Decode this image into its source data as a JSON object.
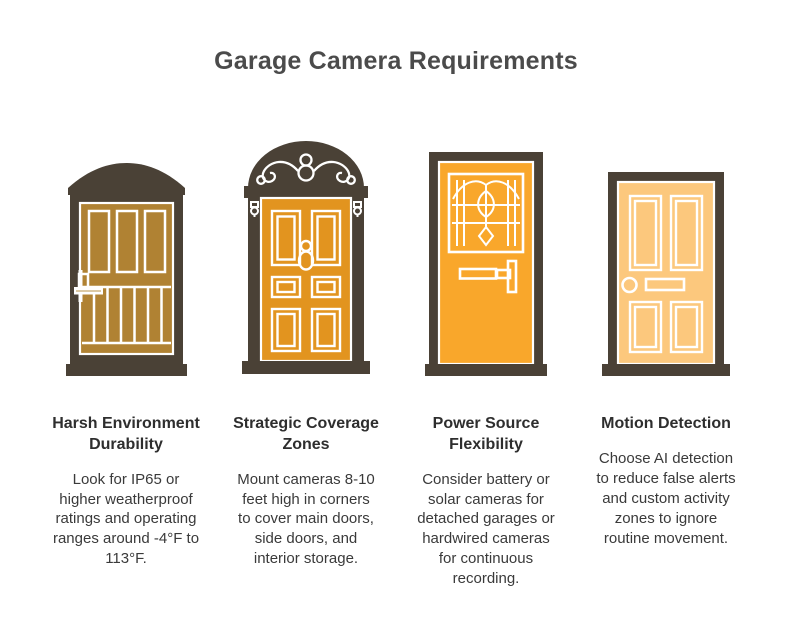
{
  "title": "Garage Camera Requirements",
  "colors": {
    "background": "#ffffff",
    "frame": "#4a4136",
    "detail": "#ffffff",
    "door1": "#b08233",
    "door2": "#e2941f",
    "door3": "#f9a72b",
    "door4": "#fcc87d",
    "handle_plate_inner": "#dcc9a4",
    "title_text": "#4b4b4b",
    "heading_text": "#2e2e2e",
    "body_text": "#3a3a3a"
  },
  "items": [
    {
      "heading": "Harsh Environment\nDurability",
      "body": "Look for IP65 or\nhigher weatherproof\nratings and operating\nranges around -4°F to\n113°F.",
      "door_icon": "rustic-plank-door-icon"
    },
    {
      "heading": "Strategic Coverage\nZones",
      "body": "Mount cameras 8-10\nfeet high in corners\nto cover main doors,\nside doors, and\ninterior storage.",
      "door_icon": "arched-victorian-door-icon"
    },
    {
      "heading": "Power Source\nFlexibility",
      "body": "Consider battery or\nsolar cameras for\ndetached garages or\nhardwired cameras\nfor continuous\nrecording.",
      "door_icon": "stained-glass-door-icon"
    },
    {
      "heading": "Motion Detection",
      "body": "Choose AI detection\nto reduce false alerts\nand custom activity\nzones to ignore\nroutine movement.",
      "door_icon": "four-panel-door-icon"
    }
  ]
}
